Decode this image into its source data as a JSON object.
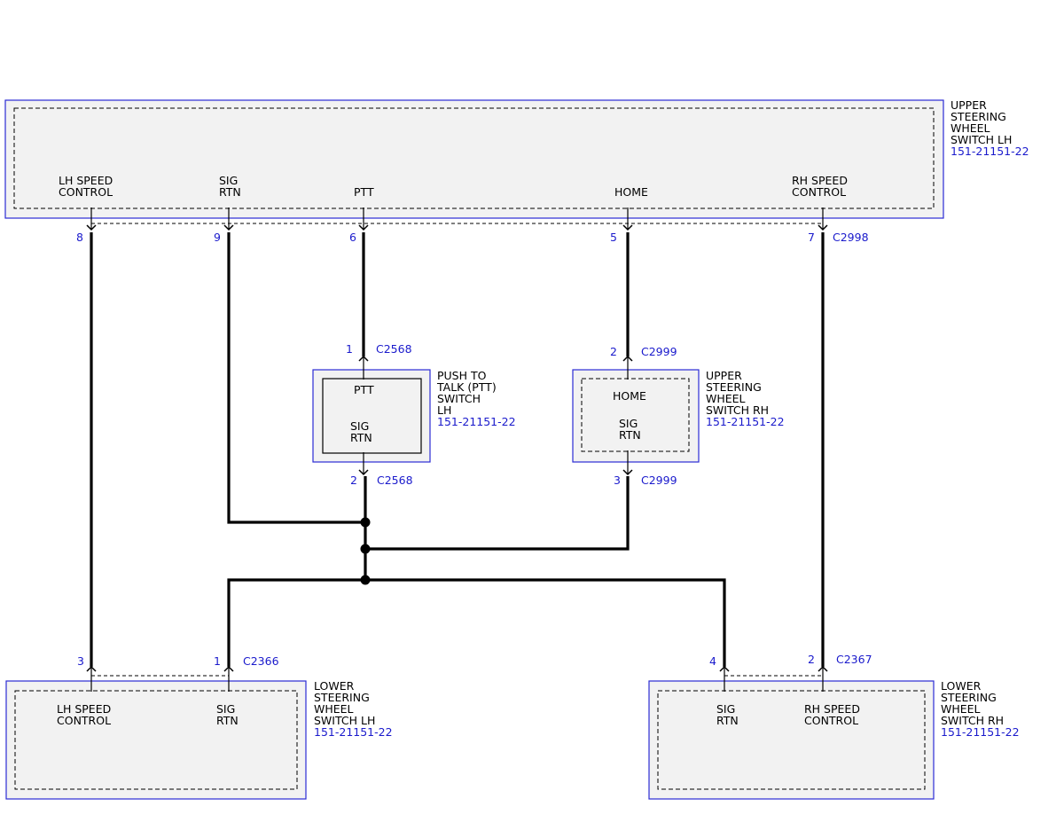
{
  "components": {
    "upper_lh": {
      "title": [
        "UPPER",
        "STEERING",
        "WHEEL",
        "SWITCH LH"
      ],
      "part": "151-21151-22",
      "pins": {
        "lh_speed": [
          "LH SPEED",
          "CONTROL"
        ],
        "sig_rtn": [
          "SIG",
          "RTN"
        ],
        "ptt": [
          "PTT"
        ],
        "home": [
          "HOME"
        ],
        "rh_speed": [
          "RH SPEED",
          "CONTROL"
        ]
      },
      "connector": "C2998",
      "pin_numbers": {
        "lh_speed": "8",
        "sig_rtn": "9",
        "ptt": "6",
        "home": "5",
        "rh_speed": "7"
      }
    },
    "ptt_switch": {
      "title": [
        "PUSH TO",
        "TALK (PTT)",
        "SWITCH",
        "LH"
      ],
      "part": "151-21151-22",
      "pins": {
        "ptt": [
          "PTT"
        ],
        "sig_rtn": [
          "SIG",
          "RTN"
        ]
      },
      "top_connector": "C2568",
      "top_pin": "1",
      "bottom_connector": "C2568",
      "bottom_pin": "2"
    },
    "upper_rh": {
      "title": [
        "UPPER",
        "STEERING",
        "WHEEL",
        "SWITCH RH"
      ],
      "part": "151-21151-22",
      "pins": {
        "home": [
          "HOME"
        ],
        "sig_rtn": [
          "SIG",
          "RTN"
        ]
      },
      "top_connector": "C2999",
      "top_pin": "2",
      "bottom_connector": "C2999",
      "bottom_pin": "3"
    },
    "lower_lh": {
      "title": [
        "LOWER",
        "STEERING",
        "WHEEL",
        "SWITCH LH"
      ],
      "part": "151-21151-22",
      "pins": {
        "lh_speed": [
          "LH SPEED",
          "CONTROL"
        ],
        "sig_rtn": [
          "SIG",
          "RTN"
        ]
      },
      "connector": "C2366",
      "pin_numbers": {
        "lh_speed": "3",
        "sig_rtn": "1"
      }
    },
    "lower_rh": {
      "title": [
        "LOWER",
        "STEERING",
        "WHEEL",
        "SWITCH RH"
      ],
      "part": "151-21151-22",
      "pins": {
        "sig_rtn": [
          "SIG",
          "RTN"
        ],
        "rh_speed": [
          "RH SPEED",
          "CONTROL"
        ]
      },
      "connector": "C2367",
      "pin_numbers": {
        "sig_rtn": "4",
        "rh_speed": "2"
      }
    }
  },
  "colors": {
    "component_border": "#2b2bd4",
    "component_fill": "#f2f2f2",
    "label_blue": "#1a1acc",
    "wire": "#000000"
  }
}
